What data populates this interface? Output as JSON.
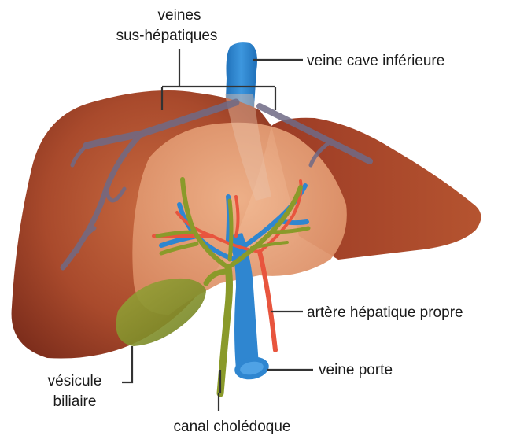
{
  "labels": {
    "hepatic_veins": [
      "veines",
      "sus-hépatiques"
    ],
    "inferior_vena_cava": "veine cave inférieure",
    "hepatic_artery": "artère hépatique propre",
    "gallbladder": [
      "vésicule",
      "biliaire"
    ],
    "portal_vein": "veine porte",
    "bile_duct": "canal cholédoque"
  },
  "colors": {
    "liver_dark": "#8f3a22",
    "liver_mid": "#b75a35",
    "liver_light": "#e8a178",
    "vein_blue": "#2f86d0",
    "artery_red": "#e8553e",
    "bile_green": "#8a9a2a",
    "hepatic_vein_gray": "#6f6a86",
    "leader_line": "#333333"
  }
}
